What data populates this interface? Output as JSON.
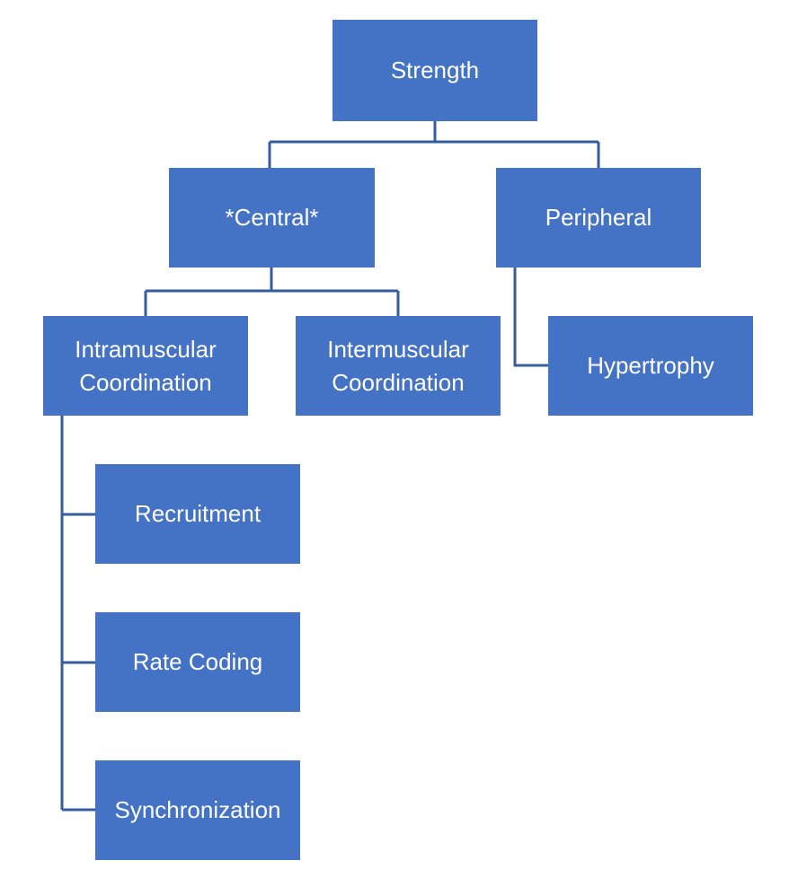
{
  "diagram": {
    "colors": {
      "node_fill": "#4472c4",
      "node_text": "#ffffff",
      "connector": "#355c9c"
    },
    "nodes": {
      "strength": "Strength",
      "central": "*Central*",
      "peripheral": "Peripheral",
      "intramuscular": "Intramuscular\nCoordination",
      "intermuscular": "Intermuscular\nCoordination",
      "hypertrophy": "Hypertrophy",
      "recruitment": "Recruitment",
      "rate_coding": "Rate Coding",
      "synchronization": "Synchronization"
    },
    "edges": [
      [
        "strength",
        "central"
      ],
      [
        "strength",
        "peripheral"
      ],
      [
        "central",
        "intramuscular"
      ],
      [
        "central",
        "intermuscular"
      ],
      [
        "peripheral",
        "hypertrophy"
      ],
      [
        "intramuscular",
        "recruitment"
      ],
      [
        "intramuscular",
        "rate_coding"
      ],
      [
        "intramuscular",
        "synchronization"
      ]
    ]
  }
}
